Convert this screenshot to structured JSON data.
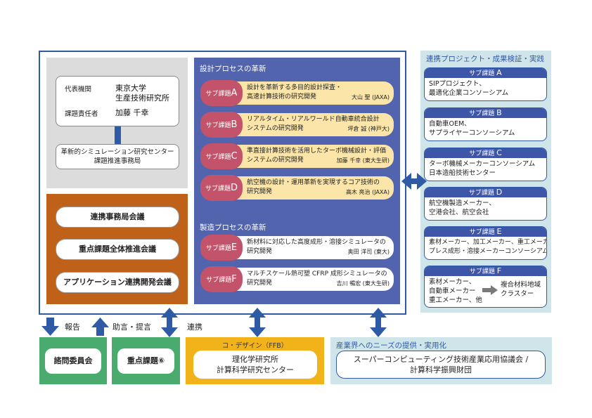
{
  "representative": {
    "org_label": "代表機関",
    "org_line1": "東京大学",
    "org_line2": "生産技術研究所",
    "leader_label": "課題責任者",
    "leader_name": "加藤 千幸",
    "office_line1": "革新的シミュレーション研究センター",
    "office_line2": "課題推進事務局"
  },
  "meetings": [
    "連携事務局会議",
    "重点課題全体推進会議",
    "アプリケーション連携開発会議"
  ],
  "design_process": {
    "title": "設計プロセスの革新",
    "tag_prefix": "サブ課題",
    "items": [
      {
        "letter": "A",
        "line1": "設計を革新する多目的設計探査・",
        "line2": "高速計算技術の研究開発",
        "author": "大山 聖 (JAXA)"
      },
      {
        "letter": "B",
        "line1": "リアルタイム・リアルワールド自動車統合設計",
        "line2": "システムの研究開発",
        "author": "坪倉 誠 (神戸大)"
      },
      {
        "letter": "C",
        "line1": "準直接計算技術を活用したターボ機械設計・評価",
        "line2": "システムの研究開発",
        "author": "加藤 千幸 (東大生研)"
      },
      {
        "letter": "D",
        "line1": "航空機の設計・運用革新を実現するコア技術の",
        "line2": "研究開発",
        "author": "高木 亮治 (JAXA)"
      }
    ]
  },
  "manufacturing_process": {
    "title": "製造プロセスの革新",
    "tag_prefix": "サブ課題",
    "items": [
      {
        "letter": "E",
        "line1": "新材料に対応した高度成形・溶接シミュレータの",
        "line2": "研究開発",
        "author": "奥田 洋司 (東大)"
      },
      {
        "letter": "F",
        "line1": "マルチスケール熱可塑 CFRP 成形シミュレータの",
        "line2": "研究開発",
        "author": "吉川 暢宏 (東大生研)"
      }
    ]
  },
  "projects": {
    "title": "連携プロジェクト・成果検証・実践",
    "tag_prefix": "サブ課題",
    "items": [
      {
        "letter": "A",
        "lines": [
          "SIPプロジェクト、",
          "最適化企業コンソーシアム"
        ]
      },
      {
        "letter": "B",
        "lines": [
          "自動車OEM、",
          "サプライヤーコンソーシアム"
        ]
      },
      {
        "letter": "C",
        "lines": [
          "ターボ機械メーカーコンソーシアム",
          "日本造船技術センター"
        ]
      },
      {
        "letter": "D",
        "lines": [
          "航空機製造メーカー、",
          "空港会社、航空会社"
        ]
      },
      {
        "letter": "E",
        "lines": [
          "素材メーカー、加工メーカー、重工メーカー、",
          "プレス成形・溶接メーカーコンソーシアム"
        ]
      },
      {
        "letter": "F",
        "lines": [
          "素材メーカー、",
          "自動車メーカー",
          "重工メーカー、他"
        ],
        "target_lines": [
          "複合材料地域",
          "クラスター"
        ]
      }
    ]
  },
  "arrow_labels": {
    "report": "報告",
    "advice": "助言・提言",
    "collab": "連携"
  },
  "bottom": {
    "advisory": "諮問委員会",
    "priority": "重点課題⑥",
    "codesign_title": "コ・デザイン（FFB）",
    "codesign_line1": "理化学研究所",
    "codesign_line2": "計算科学研究センター",
    "industry_title": "産業界へのニーズの提供・実用化",
    "industry_line1": "スーパーコンピューティング技術産業応用協議会 /",
    "industry_line2": "計算科学振興財団"
  },
  "colors": {
    "frame_blue": "#2e5aa6",
    "design_panel": "#5164ad",
    "sub_tag": "#c2536a",
    "card_yellow": "#fbe5a8",
    "meeting_orange": "#c0611a",
    "green": "#4aab6f",
    "yellow": "#f2b21a",
    "light_teal": "#cfe5ea",
    "grey": "#dcdcdd"
  }
}
